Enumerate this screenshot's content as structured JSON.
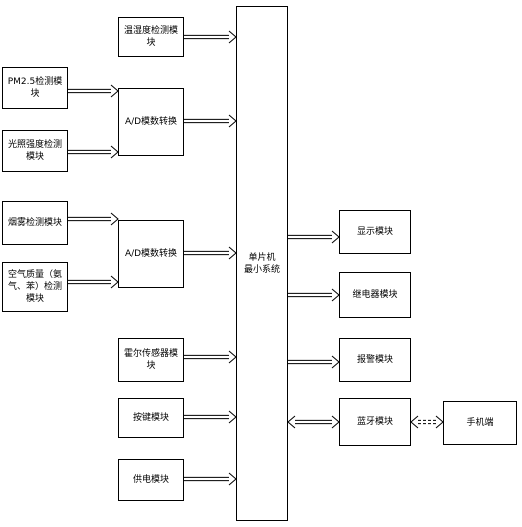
{
  "diagram": {
    "blocks": {
      "temp_humidity": "温湿度检测模块",
      "pm25": "PM2.5检测模块",
      "light": "光照强度检测模块",
      "adc_1": "A/D模数转换",
      "smoke": "烟雾检测模块",
      "air_quality": "空气质量（氨气、苯）检测模块",
      "adc_2": "A/D模数转换",
      "hall": "霍尔传感器模块",
      "keys": "按键模块",
      "power": "供电模块",
      "mcu": "单片机\n最小系统",
      "display": "显示模块",
      "relay": "继电器模块",
      "alarm": "报警模块",
      "bluetooth": "蓝牙模块",
      "phone": "手机端"
    },
    "connections": [
      {
        "from": "temp_humidity",
        "to": "mcu",
        "style": "double-arrow"
      },
      {
        "from": "pm25",
        "to": "adc_1",
        "style": "double-arrow"
      },
      {
        "from": "light",
        "to": "adc_1",
        "style": "double-arrow"
      },
      {
        "from": "adc_1",
        "to": "mcu",
        "style": "double-arrow"
      },
      {
        "from": "smoke",
        "to": "adc_2",
        "style": "double-arrow"
      },
      {
        "from": "air_quality",
        "to": "adc_2",
        "style": "double-arrow"
      },
      {
        "from": "adc_2",
        "to": "mcu",
        "style": "double-arrow"
      },
      {
        "from": "hall",
        "to": "mcu",
        "style": "double-arrow"
      },
      {
        "from": "keys",
        "to": "mcu",
        "style": "double-arrow"
      },
      {
        "from": "power",
        "to": "mcu",
        "style": "double-arrow"
      },
      {
        "from": "mcu",
        "to": "display",
        "style": "double-arrow"
      },
      {
        "from": "mcu",
        "to": "relay",
        "style": "double-arrow"
      },
      {
        "from": "mcu",
        "to": "alarm",
        "style": "double-arrow"
      },
      {
        "from": "mcu",
        "to": "bluetooth",
        "style": "bidirectional-double-arrow"
      },
      {
        "from": "bluetooth",
        "to": "phone",
        "style": "dashed-bidirectional-double-arrow"
      }
    ]
  }
}
